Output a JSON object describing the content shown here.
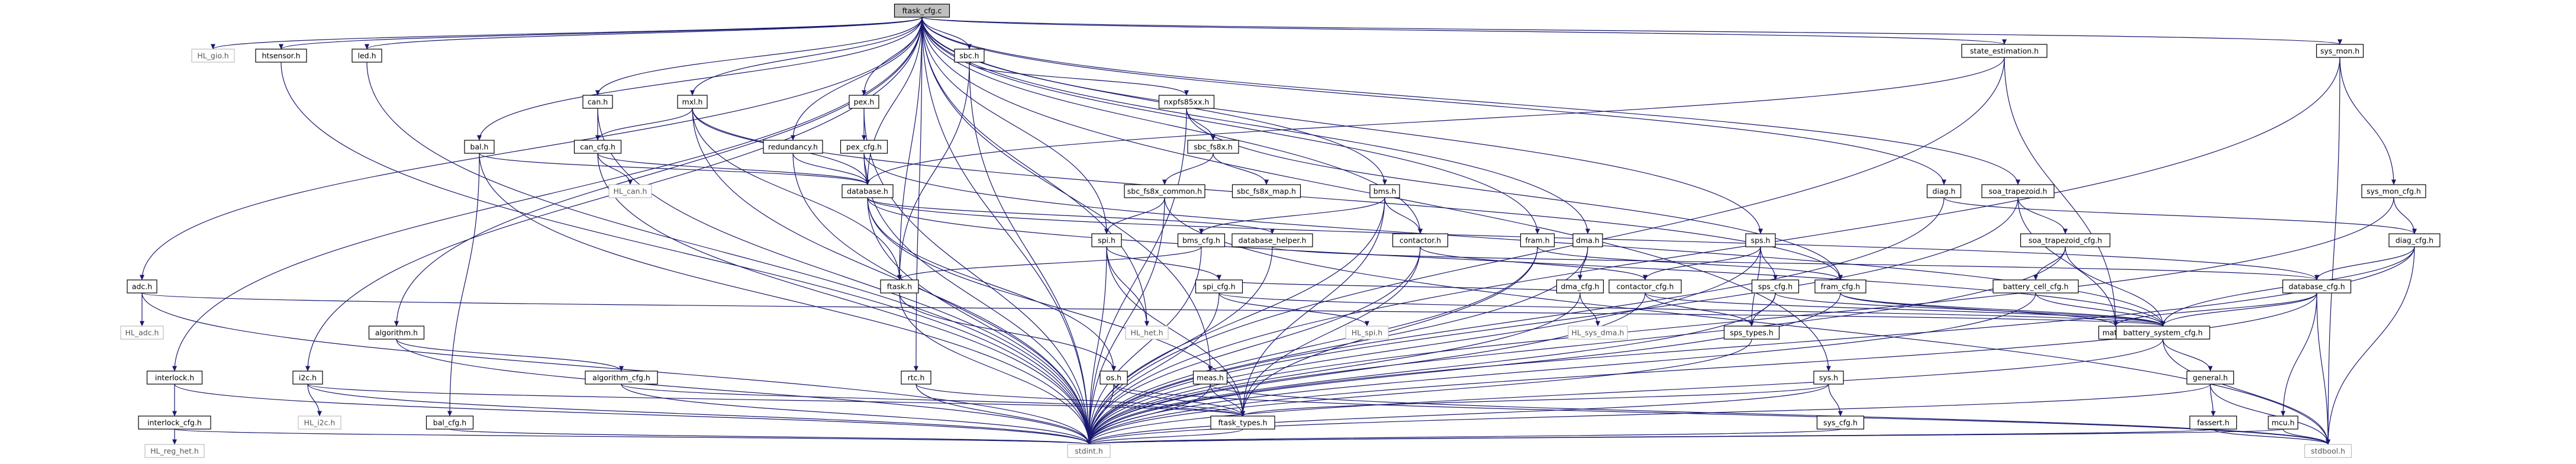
{
  "graph": {
    "title": "",
    "edge_color": "#191970",
    "root_fill": "#bfbfbf",
    "nodes": [
      {
        "id": "ftask_cfg_c",
        "label": "ftask_cfg.c",
        "kind": "root"
      },
      {
        "id": "hl_gio_h",
        "label": "HL_gio.h",
        "kind": "external"
      },
      {
        "id": "htsensor_h",
        "label": "htsensor.h"
      },
      {
        "id": "led_h",
        "label": "led.h"
      },
      {
        "id": "can_h",
        "label": "can.h"
      },
      {
        "id": "mxl_h",
        "label": "mxl.h"
      },
      {
        "id": "pex_h",
        "label": "pex.h"
      },
      {
        "id": "sbc_h",
        "label": "sbc.h"
      },
      {
        "id": "nxpfs85xx_h",
        "label": "nxpfs85xx.h"
      },
      {
        "id": "state_estimation_h",
        "label": "state_estimation.h"
      },
      {
        "id": "sys_mon_h",
        "label": "sys_mon.h"
      },
      {
        "id": "bal_h",
        "label": "bal.h"
      },
      {
        "id": "redundancy_h",
        "label": "redundancy.h"
      },
      {
        "id": "can_cfg_h",
        "label": "can_cfg.h"
      },
      {
        "id": "pex_cfg_h",
        "label": "pex_cfg.h"
      },
      {
        "id": "sbc_fs8x_h",
        "label": "sbc_fs8x.h"
      },
      {
        "id": "hl_can_h",
        "label": "HL_can.h",
        "kind": "external"
      },
      {
        "id": "database_h",
        "label": "database.h"
      },
      {
        "id": "sbc_fs8x_common_h",
        "label": "sbc_fs8x_common.h"
      },
      {
        "id": "sbc_fs8x_map_h",
        "label": "sbc_fs8x_map.h"
      },
      {
        "id": "bms_h",
        "label": "bms.h"
      },
      {
        "id": "diag_h",
        "label": "diag.h"
      },
      {
        "id": "soa_trapezoid_h",
        "label": "soa_trapezoid.h"
      },
      {
        "id": "sys_mon_cfg_h",
        "label": "sys_mon_cfg.h"
      },
      {
        "id": "spi_h",
        "label": "spi.h"
      },
      {
        "id": "bms_cfg_h",
        "label": "bms_cfg.h"
      },
      {
        "id": "database_helper_h",
        "label": "database_helper.h"
      },
      {
        "id": "contactor_h",
        "label": "contactor.h"
      },
      {
        "id": "fram_h",
        "label": "fram.h"
      },
      {
        "id": "dma_h",
        "label": "dma.h"
      },
      {
        "id": "sps_h",
        "label": "sps.h"
      },
      {
        "id": "soa_trapezoid_cfg_h",
        "label": "soa_trapezoid_cfg.h"
      },
      {
        "id": "diag_cfg_h",
        "label": "diag_cfg.h"
      },
      {
        "id": "adc_h",
        "label": "adc.h"
      },
      {
        "id": "ftask_h",
        "label": "ftask.h"
      },
      {
        "id": "spi_cfg_h",
        "label": "spi_cfg.h"
      },
      {
        "id": "contactor_cfg_h",
        "label": "contactor_cfg.h"
      },
      {
        "id": "dma_cfg_h",
        "label": "dma_cfg.h"
      },
      {
        "id": "sps_cfg_h",
        "label": "sps_cfg.h"
      },
      {
        "id": "fram_cfg_h",
        "label": "fram_cfg.h"
      },
      {
        "id": "battery_cell_cfg_h",
        "label": "battery_cell_cfg.h"
      },
      {
        "id": "database_cfg_h",
        "label": "database_cfg.h"
      },
      {
        "id": "hl_adc_h",
        "label": "HL_adc.h",
        "kind": "external"
      },
      {
        "id": "hl_het_h",
        "label": "HL_het.h",
        "kind": "external"
      },
      {
        "id": "hl_spi_h",
        "label": "HL_spi.h",
        "kind": "external"
      },
      {
        "id": "hl_sys_dma_h",
        "label": "HL_sys_dma.h",
        "kind": "external"
      },
      {
        "id": "sps_types_h",
        "label": "sps_types.h"
      },
      {
        "id": "math_h",
        "label": "math.h"
      },
      {
        "id": "battery_system_cfg_h",
        "label": "battery_system_cfg.h"
      },
      {
        "id": "algorithm_h",
        "label": "algorithm.h"
      },
      {
        "id": "i2c_h",
        "label": "i2c.h"
      },
      {
        "id": "interlock_h",
        "label": "interlock.h"
      },
      {
        "id": "algorithm_cfg_h",
        "label": "algorithm_cfg.h"
      },
      {
        "id": "rtc_h",
        "label": "rtc.h"
      },
      {
        "id": "os_h",
        "label": "os.h"
      },
      {
        "id": "meas_h",
        "label": "meas.h"
      },
      {
        "id": "sys_h",
        "label": "sys.h"
      },
      {
        "id": "general_h",
        "label": "general.h"
      },
      {
        "id": "hl_i2c_h",
        "label": "HL_i2c.h",
        "kind": "external"
      },
      {
        "id": "interlock_cfg_h",
        "label": "interlock_cfg.h"
      },
      {
        "id": "bal_cfg_h",
        "label": "bal_cfg.h"
      },
      {
        "id": "ftask_types_h",
        "label": "ftask_types.h"
      },
      {
        "id": "sys_cfg_h",
        "label": "sys_cfg.h"
      },
      {
        "id": "fassert_h",
        "label": "fassert.h"
      },
      {
        "id": "mcu_h",
        "label": "mcu.h"
      },
      {
        "id": "hl_reg_het_h",
        "label": "HL_reg_het.h",
        "kind": "external"
      },
      {
        "id": "stdint_h",
        "label": "stdint.h",
        "kind": "external"
      },
      {
        "id": "stdbool_h",
        "label": "stdbool.h",
        "kind": "external"
      }
    ],
    "edges": [
      [
        "ftask_cfg_c",
        "hl_gio_h"
      ],
      [
        "ftask_cfg_c",
        "htsensor_h"
      ],
      [
        "ftask_cfg_c",
        "led_h"
      ],
      [
        "ftask_cfg_c",
        "can_h"
      ],
      [
        "ftask_cfg_c",
        "mxl_h"
      ],
      [
        "ftask_cfg_c",
        "pex_h"
      ],
      [
        "ftask_cfg_c",
        "sbc_h"
      ],
      [
        "ftask_cfg_c",
        "state_estimation_h"
      ],
      [
        "ftask_cfg_c",
        "sys_mon_h"
      ],
      [
        "ftask_cfg_c",
        "bal_h"
      ],
      [
        "ftask_cfg_c",
        "redundancy_h"
      ],
      [
        "ftask_cfg_c",
        "database_h"
      ],
      [
        "ftask_cfg_c",
        "bms_h"
      ],
      [
        "ftask_cfg_c",
        "diag_h"
      ],
      [
        "ftask_cfg_c",
        "spi_h"
      ],
      [
        "ftask_cfg_c",
        "contactor_h"
      ],
      [
        "ftask_cfg_c",
        "fram_h"
      ],
      [
        "ftask_cfg_c",
        "dma_h"
      ],
      [
        "ftask_cfg_c",
        "sps_h"
      ],
      [
        "ftask_cfg_c",
        "adc_h"
      ],
      [
        "ftask_cfg_c",
        "ftask_h"
      ],
      [
        "ftask_cfg_c",
        "algorithm_h"
      ],
      [
        "ftask_cfg_c",
        "i2c_h"
      ],
      [
        "ftask_cfg_c",
        "interlock_h"
      ],
      [
        "ftask_cfg_c",
        "rtc_h"
      ],
      [
        "ftask_cfg_c",
        "meas_h"
      ],
      [
        "ftask_cfg_c",
        "sys_h"
      ],
      [
        "ftask_cfg_c",
        "hl_het_h"
      ],
      [
        "ftask_cfg_c",
        "stdint_h"
      ],
      [
        "ftask_cfg_c",
        "soa_trapezoid_h"
      ],
      [
        "htsensor_h",
        "stdint_h"
      ],
      [
        "led_h",
        "stdint_h"
      ],
      [
        "can_h",
        "can_cfg_h"
      ],
      [
        "can_h",
        "stdint_h"
      ],
      [
        "can_cfg_h",
        "hl_can_h"
      ],
      [
        "can_cfg_h",
        "database_h"
      ],
      [
        "can_cfg_h",
        "stdint_h"
      ],
      [
        "mxl_h",
        "can_cfg_h"
      ],
      [
        "mxl_h",
        "database_h"
      ],
      [
        "mxl_h",
        "ftask_h"
      ],
      [
        "mxl_h",
        "stdint_h"
      ],
      [
        "mxl_h",
        "fram_cfg_h"
      ],
      [
        "pex_h",
        "pex_cfg_h"
      ],
      [
        "pex_h",
        "stdint_h"
      ],
      [
        "pex_cfg_h",
        "database_h"
      ],
      [
        "pex_cfg_h",
        "stdint_h"
      ],
      [
        "pex_cfg_h",
        "battery_system_cfg_h"
      ],
      [
        "sbc_h",
        "nxpfs85xx_h"
      ],
      [
        "sbc_h",
        "ftask_h"
      ],
      [
        "sbc_h",
        "stdint_h"
      ],
      [
        "nxpfs85xx_h",
        "sbc_fs8x_h"
      ],
      [
        "nxpfs85xx_h",
        "stdint_h"
      ],
      [
        "nxpfs85xx_h",
        "fram_cfg_h"
      ],
      [
        "sbc_fs8x_h",
        "sbc_fs8x_common_h"
      ],
      [
        "sbc_fs8x_h",
        "sbc_fs8x_map_h"
      ],
      [
        "sbc_fs8x_common_h",
        "spi_h"
      ],
      [
        "sbc_fs8x_common_h",
        "stdint_h"
      ],
      [
        "sbc_fs8x_common_h",
        "stdbool_h"
      ],
      [
        "redundancy_h",
        "database_h"
      ],
      [
        "redundancy_h",
        "stdint_h"
      ],
      [
        "bal_h",
        "bal_cfg_h"
      ],
      [
        "bal_h",
        "database_h"
      ],
      [
        "bal_h",
        "stdint_h"
      ],
      [
        "bal_cfg_h",
        "stdint_h"
      ],
      [
        "database_h",
        "database_helper_h"
      ],
      [
        "database_h",
        "database_cfg_h"
      ],
      [
        "database_h",
        "os_h"
      ],
      [
        "database_h",
        "ftask_types_h"
      ],
      [
        "database_h",
        "stdint_h"
      ],
      [
        "database_h",
        "battery_system_cfg_h"
      ],
      [
        "database_helper_h",
        "database_cfg_h"
      ],
      [
        "database_helper_h",
        "stdint_h"
      ],
      [
        "state_estimation_h",
        "database_h"
      ],
      [
        "state_estimation_h",
        "stdint_h"
      ],
      [
        "state_estimation_h",
        "math_h"
      ],
      [
        "sys_mon_h",
        "sys_mon_cfg_h"
      ],
      [
        "sys_mon_h",
        "stdint_h"
      ],
      [
        "sys_mon_h",
        "stdbool_h"
      ],
      [
        "sys_mon_cfg_h",
        "diag_cfg_h"
      ],
      [
        "sys_mon_cfg_h",
        "stdint_h"
      ],
      [
        "diag_h",
        "diag_cfg_h"
      ],
      [
        "diag_h",
        "stdint_h"
      ],
      [
        "diag_cfg_h",
        "database_cfg_h"
      ],
      [
        "diag_cfg_h",
        "battery_system_cfg_h"
      ],
      [
        "diag_cfg_h",
        "stdint_h"
      ],
      [
        "diag_cfg_h",
        "stdbool_h"
      ],
      [
        "soa_trapezoid_h",
        "soa_trapezoid_cfg_h"
      ],
      [
        "soa_trapezoid_h",
        "stdint_h"
      ],
      [
        "soa_trapezoid_h",
        "math_h"
      ],
      [
        "soa_trapezoid_cfg_h",
        "battery_cell_cfg_h"
      ],
      [
        "soa_trapezoid_cfg_h",
        "battery_system_cfg_h"
      ],
      [
        "soa_trapezoid_cfg_h",
        "stdint_h"
      ],
      [
        "battery_cell_cfg_h",
        "battery_system_cfg_h"
      ],
      [
        "battery_cell_cfg_h",
        "stdint_h"
      ],
      [
        "bms_h",
        "bms_cfg_h"
      ],
      [
        "bms_h",
        "contactor_h"
      ],
      [
        "bms_h",
        "ftask_types_h"
      ],
      [
        "bms_h",
        "stdint_h"
      ],
      [
        "bms_cfg_h",
        "ftask_h"
      ],
      [
        "bms_cfg_h",
        "stdint_h"
      ],
      [
        "contactor_h",
        "contactor_cfg_h"
      ],
      [
        "contactor_h",
        "stdint_h"
      ],
      [
        "contactor_h",
        "ftask_types_h"
      ],
      [
        "contactor_cfg_h",
        "sps_types_h"
      ],
      [
        "contactor_cfg_h",
        "battery_system_cfg_h"
      ],
      [
        "contactor_cfg_h",
        "stdint_h"
      ],
      [
        "fram_h",
        "fram_cfg_h"
      ],
      [
        "fram_h",
        "ftask_types_h"
      ],
      [
        "fram_h",
        "stdint_h"
      ],
      [
        "fram_cfg_h",
        "battery_system_cfg_h"
      ],
      [
        "fram_cfg_h",
        "stdint_h"
      ],
      [
        "fram_cfg_h",
        "math_h"
      ],
      [
        "dma_h",
        "dma_cfg_h"
      ],
      [
        "dma_h",
        "stdint_h"
      ],
      [
        "dma_cfg_h",
        "hl_sys_dma_h"
      ],
      [
        "dma_cfg_h",
        "spi_cfg_h"
      ],
      [
        "dma_cfg_h",
        "stdint_h"
      ],
      [
        "sps_h",
        "sps_cfg_h"
      ],
      [
        "sps_h",
        "sps_types_h"
      ],
      [
        "sps_h",
        "stdint_h"
      ],
      [
        "sps_h",
        "contactor_cfg_h"
      ],
      [
        "sps_cfg_h",
        "sps_types_h"
      ],
      [
        "sps_cfg_h",
        "battery_system_cfg_h"
      ],
      [
        "sps_cfg_h",
        "stdint_h"
      ],
      [
        "sps_types_h",
        "stdint_h"
      ],
      [
        "spi_h",
        "spi_cfg_h"
      ],
      [
        "spi_h",
        "hl_het_h"
      ],
      [
        "spi_h",
        "stdint_h"
      ],
      [
        "spi_h",
        "ftask_types_h"
      ],
      [
        "spi_cfg_h",
        "hl_spi_h"
      ],
      [
        "spi_cfg_h",
        "battery_system_cfg_h"
      ],
      [
        "spi_cfg_h",
        "stdint_h"
      ],
      [
        "adc_h",
        "hl_adc_h"
      ],
      [
        "adc_h",
        "battery_system_cfg_h"
      ],
      [
        "adc_h",
        "stdint_h"
      ],
      [
        "ftask_h",
        "os_h"
      ],
      [
        "ftask_h",
        "stdint_h"
      ],
      [
        "algorithm_h",
        "algorithm_cfg_h"
      ],
      [
        "algorithm_h",
        "stdint_h"
      ],
      [
        "algorithm_cfg_h",
        "ftask_types_h"
      ],
      [
        "algorithm_cfg_h",
        "stdint_h"
      ],
      [
        "i2c_h",
        "hl_i2c_h"
      ],
      [
        "i2c_h",
        "ftask_types_h"
      ],
      [
        "i2c_h",
        "stdint_h"
      ],
      [
        "interlock_h",
        "interlock_cfg_h"
      ],
      [
        "interlock_h",
        "stdint_h"
      ],
      [
        "interlock_cfg_h",
        "hl_reg_het_h"
      ],
      [
        "interlock_cfg_h",
        "stdint_h"
      ],
      [
        "rtc_h",
        "ftask_types_h"
      ],
      [
        "rtc_h",
        "stdint_h"
      ],
      [
        "os_h",
        "ftask_types_h"
      ],
      [
        "os_h",
        "stdint_h"
      ],
      [
        "os_h",
        "stdbool_h"
      ],
      [
        "meas_h",
        "ftask_types_h"
      ],
      [
        "meas_h",
        "stdint_h"
      ],
      [
        "meas_h",
        "stdbool_h"
      ],
      [
        "sys_h",
        "sys_cfg_h"
      ],
      [
        "sys_h",
        "ftask_types_h"
      ],
      [
        "sys_h",
        "stdint_h"
      ],
      [
        "sys_cfg_h",
        "stdint_h"
      ],
      [
        "battery_system_cfg_h",
        "general_h"
      ],
      [
        "battery_system_cfg_h",
        "stdint_h"
      ],
      [
        "battery_system_cfg_h",
        "stdbool_h"
      ],
      [
        "database_cfg_h",
        "battery_system_cfg_h"
      ],
      [
        "database_cfg_h",
        "mcu_h"
      ],
      [
        "database_cfg_h",
        "stdint_h"
      ],
      [
        "database_cfg_h",
        "math_h"
      ],
      [
        "database_cfg_h",
        "stdbool_h"
      ],
      [
        "general_h",
        "fassert_h"
      ],
      [
        "general_h",
        "stdint_h"
      ],
      [
        "general_h",
        "stdbool_h"
      ],
      [
        "fassert_h",
        "stdint_h"
      ],
      [
        "fassert_h",
        "stdbool_h"
      ],
      [
        "mcu_h",
        "stdint_h"
      ],
      [
        "mcu_h",
        "stdbool_h"
      ],
      [
        "ftask_types_h",
        "stdint_h"
      ]
    ]
  }
}
